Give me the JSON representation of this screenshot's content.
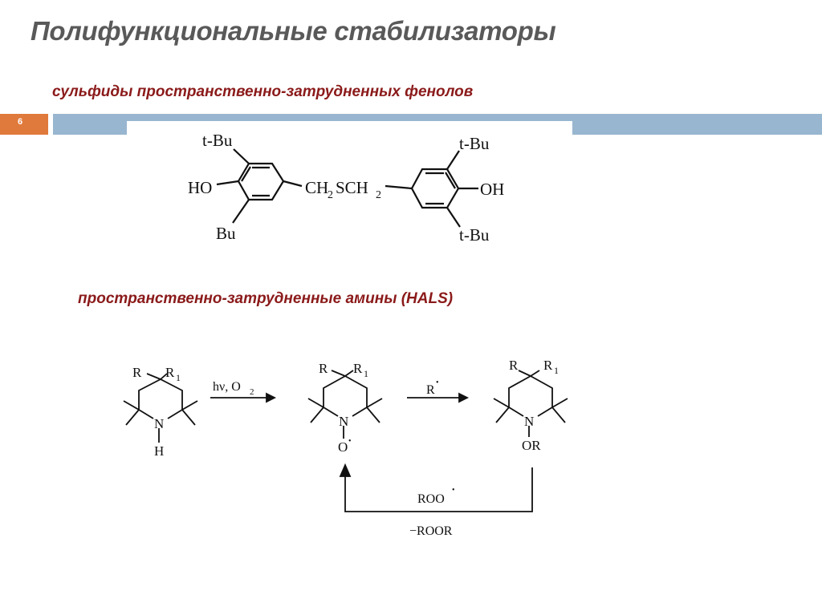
{
  "slide": {
    "title": "Полифункциональные стабилизаторы",
    "number": "6",
    "section1": "сульфиды пространственно-затрудненных фенолов",
    "section2": "пространственно-затрудненные амины (HALS)"
  },
  "phenol_structure": {
    "tbu_top_left": "t-Bu",
    "ho_left": "HO",
    "bu_bottom_left": "Bu",
    "bridge": "CH",
    "sub": "2",
    "bridge_s": "SCH",
    "tbu_top_right": "t-Bu",
    "oh_right": "OH",
    "tbu_bottom_right": "t-Bu"
  },
  "hals_scheme": {
    "r": "R",
    "r1": "R",
    "one": "1",
    "n": "N",
    "h": "H",
    "arrow1_label": "hν, O",
    "two": "2",
    "o_radical": "O",
    "radical_dot": "•",
    "arrow2_label": "R",
    "or": "OR",
    "roo": "ROO",
    "minus_roor": "−ROOR"
  }
}
